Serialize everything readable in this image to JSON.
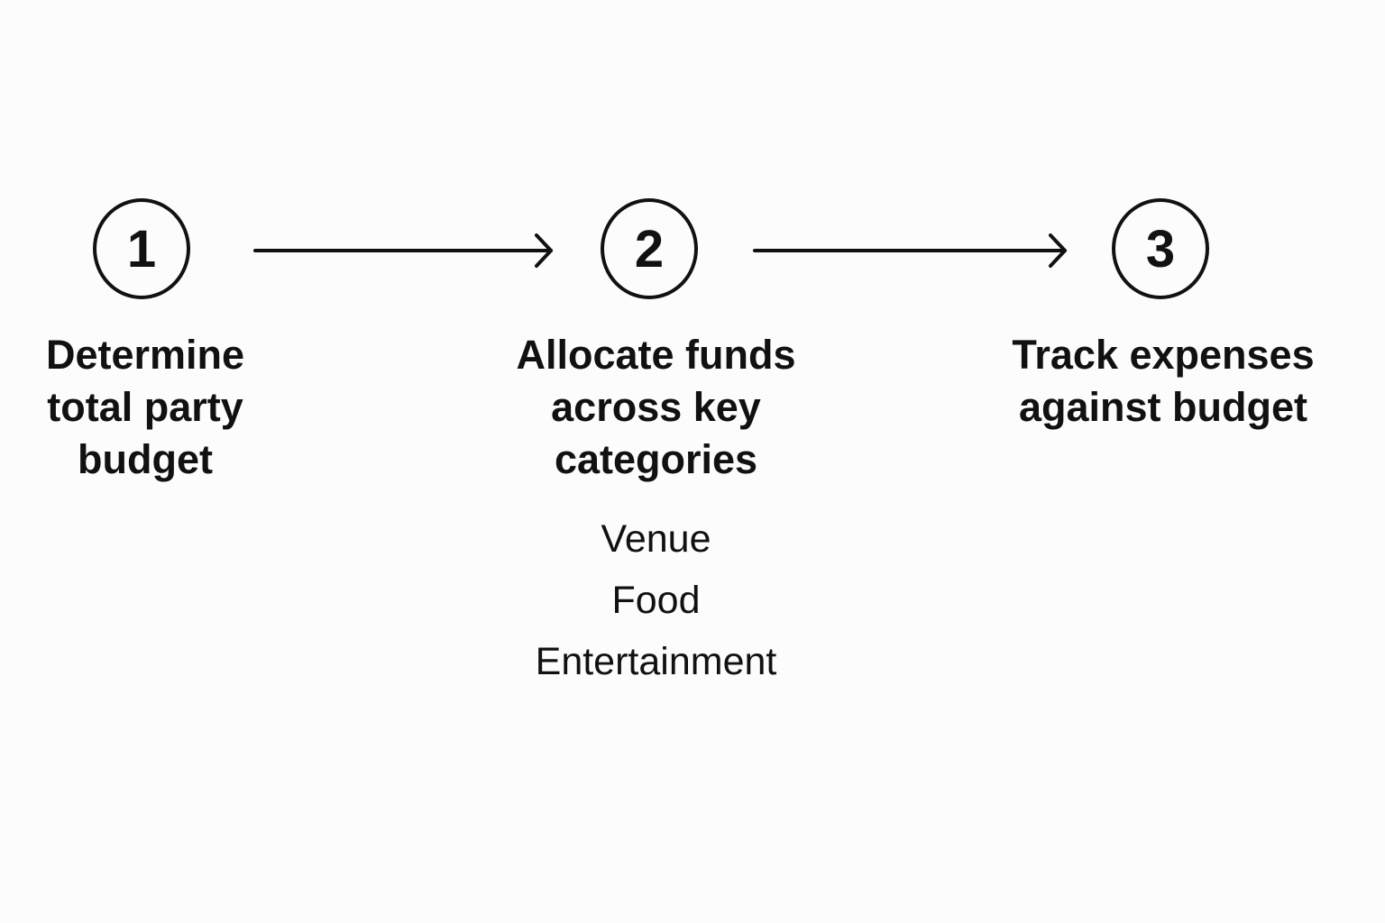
{
  "steps": [
    {
      "number": "1",
      "label_lines": [
        "Determine",
        "total party",
        "budget"
      ]
    },
    {
      "number": "2",
      "label_lines": [
        "Allocate funds",
        "across key",
        "categories"
      ],
      "sub_items": [
        "Venue",
        "Food",
        "Entertainment"
      ]
    },
    {
      "number": "3",
      "label_lines": [
        "Track expenses",
        "against budget"
      ]
    }
  ],
  "colors": {
    "stroke": "#111111",
    "text": "#111111",
    "background": "#fcfcfc"
  },
  "icons": {
    "connector": "right-arrow-icon"
  }
}
